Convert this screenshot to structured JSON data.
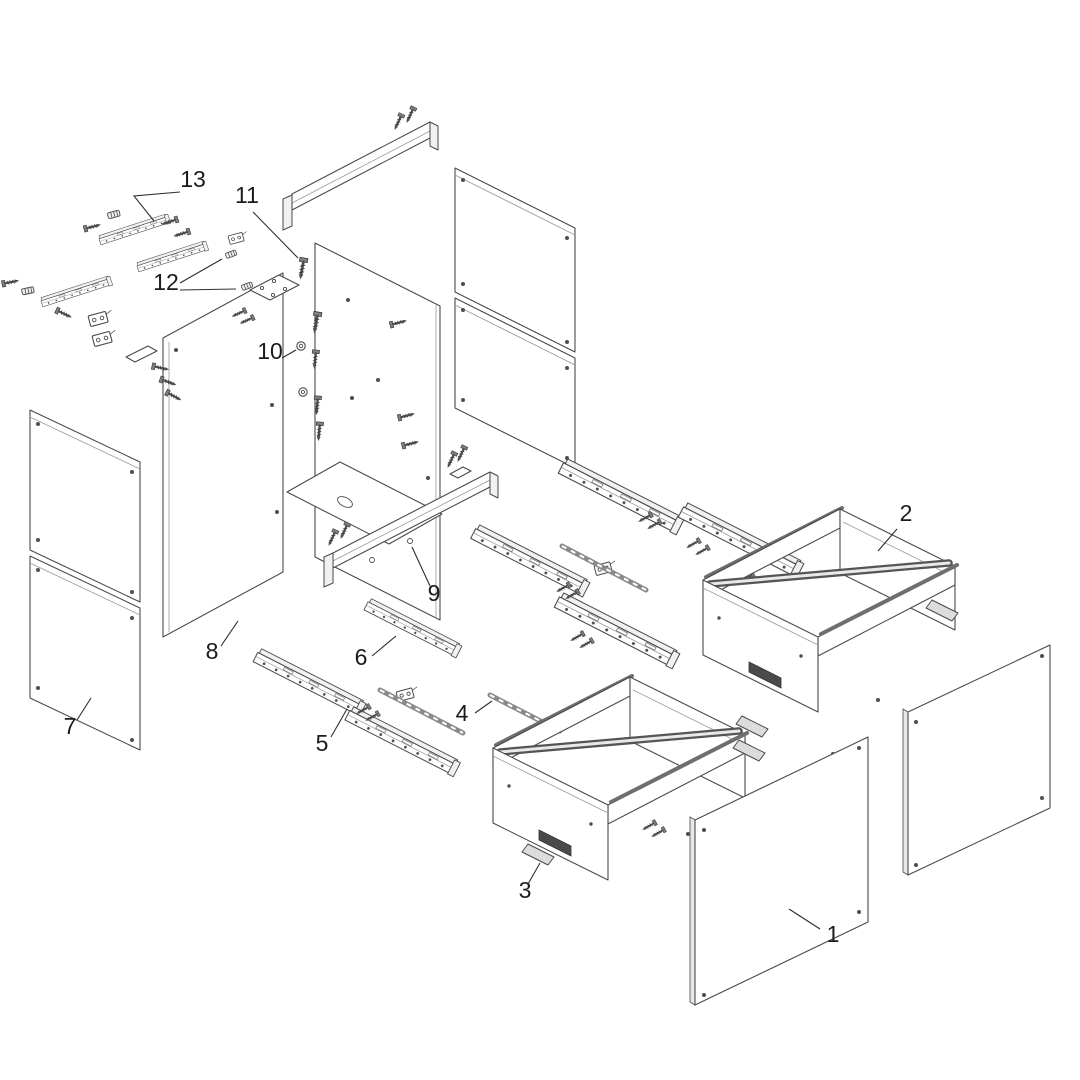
{
  "diagram": {
    "kind": "exploded-assembly-drawing",
    "background": "#ffffff",
    "line_color": "#4a4a4a",
    "text_color": "#1b1b1b",
    "callouts": [
      "1",
      "2",
      "3",
      "4",
      "5",
      "6",
      "7",
      "8",
      "9",
      "10",
      "11",
      "12",
      "13"
    ]
  }
}
